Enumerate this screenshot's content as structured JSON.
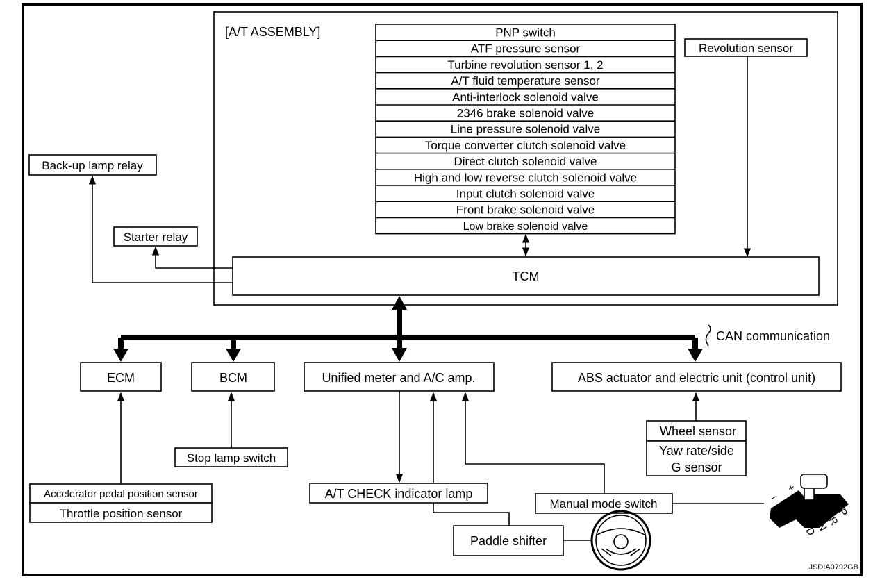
{
  "assembly_label": "[A/T ASSEMBLY]",
  "at_components": [
    "PNP switch",
    "ATF pressure sensor",
    "Turbine revolution sensor 1, 2",
    "A/T fluid temperature sensor",
    "Anti-interlock solenoid valve",
    "2346 brake solenoid valve",
    "Line pressure solenoid valve",
    "Torque converter clutch solenoid valve",
    "Direct clutch solenoid valve",
    "High and low reverse clutch solenoid valve",
    "Input clutch solenoid valve",
    "Front brake solenoid valve",
    "Low brake solenoid valve"
  ],
  "revolution_sensor": "Revolution sensor",
  "tcm": "TCM",
  "backup_lamp_relay": "Back-up lamp relay",
  "starter_relay": "Starter relay",
  "can_communication": "CAN communication",
  "ecm": "ECM",
  "bcm": "BCM",
  "unified_meter": "Unified meter and A/C amp.",
  "abs_unit": "ABS actuator and electric unit (control unit)",
  "stop_lamp_switch": "Stop lamp switch",
  "accel_pedal_sensor": "Accelerator pedal position sensor",
  "throttle_sensor": "Throttle position sensor",
  "at_check_lamp": "A/T CHECK indicator lamp",
  "wheel_sensor": "Wheel sensor",
  "yaw_rate_line1": "Yaw rate/side",
  "yaw_rate_line2": "G sensor",
  "manual_mode_switch": "Manual mode switch",
  "paddle_shifter": "Paddle shifter",
  "shifter_gate": {
    "minus": "−",
    "plus": "+",
    "positions": [
      "P",
      "R",
      "N",
      "D"
    ]
  },
  "diagram_code": "JSDIA0792GB"
}
